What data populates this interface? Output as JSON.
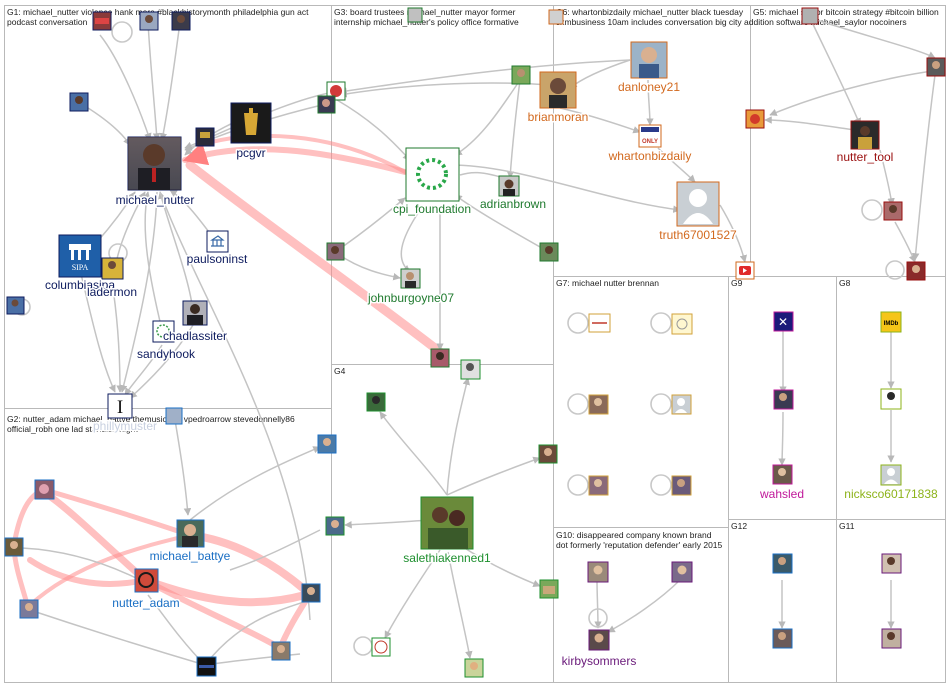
{
  "colors": {
    "edge_gray": "#bdbdbd",
    "edge_dark": "#8a8a8a",
    "edge_red": "#ff6b6b",
    "g1": "#0d1b5e",
    "g3": "#1f7a2e",
    "g5": "#9a0f0f",
    "g6": "#d2691e",
    "g9": "#c0189a",
    "g8": "#8db31a",
    "g10": "#6a1a7a",
    "g2": "#1a6fc4",
    "g4": "#1d8f2e"
  },
  "groups": [
    {
      "id": "G1",
      "title_lines": [
        "G1: michael_nutter violence hank more #blackhistorymonth philadelphia gun act",
        "podcast conversation"
      ]
    },
    {
      "id": "G3",
      "title_lines": [
        "G3: board trustees michael_nutter mayor former",
        "internship michael_nutter's policy office formative"
      ]
    },
    {
      "id": "G6",
      "title_lines": [
        "G6: whartonbizdaily michael_nutter black tuesday",
        "sxmbusiness 10am includes conversation big city addition software michael_saylor nocoiners"
      ]
    },
    {
      "id": "G5",
      "title_lines": [
        "G5: michael saylor bitcoin strategy #bitcoin billion"
      ]
    },
    {
      "id": "G7",
      "title_lines": [
        "G7: michael nutter brennan"
      ]
    },
    {
      "id": "G9",
      "title_lines": [
        "G9"
      ]
    },
    {
      "id": "G8",
      "title_lines": [
        "G8"
      ]
    },
    {
      "id": "G2",
      "title_lines": [
        "G2: nutter_adam michael_battye themusictour vpedroarrow stevedonnelly86",
        "official_robh one lad standish night"
      ]
    },
    {
      "id": "G4",
      "title_lines": [
        "G4"
      ]
    },
    {
      "id": "G10",
      "title_lines": [
        "G10: disappeared company known brand",
        "dot formerly 'reputation defender' early 2015"
      ]
    },
    {
      "id": "G12",
      "title_lines": [
        "G12"
      ]
    },
    {
      "id": "G11",
      "title_lines": [
        "G11"
      ]
    }
  ],
  "labels": {
    "michael_nutter": "michael_nutter",
    "pcgvr": "pcgvr",
    "columbiasipa": "columbiasipa",
    "ladermon": "ladermon",
    "paulsoninst": "paulsoninst",
    "chadlassiter": "chadlassiter",
    "sandyhook": "sandyhook",
    "phillymuster": "phillymuster",
    "cpi_foundation": "cpi_foundation",
    "adrianbrown": "adrianbrown",
    "johnburgoyne07": "johnburgoyne07",
    "brianmoran": "brianmoran",
    "danloney21": "danloney21",
    "whartonbizdaily": "whartonbizdaily",
    "truth67001527": "truth67001527",
    "nutter_tool": "nutter_tool",
    "wahsled": "wahsled",
    "nicksco60171838": "nicksco60171838",
    "michael_battye": "michael_battye",
    "nutter_adam": "nutter_adam",
    "salethiakenned1": "salethiakenned1",
    "kirbysommers": "kirbysommers"
  },
  "icons": {
    "sipa_text": "SIPA",
    "imdb_text": "IMDb",
    "whartonbiz_badge": "ONLY"
  }
}
